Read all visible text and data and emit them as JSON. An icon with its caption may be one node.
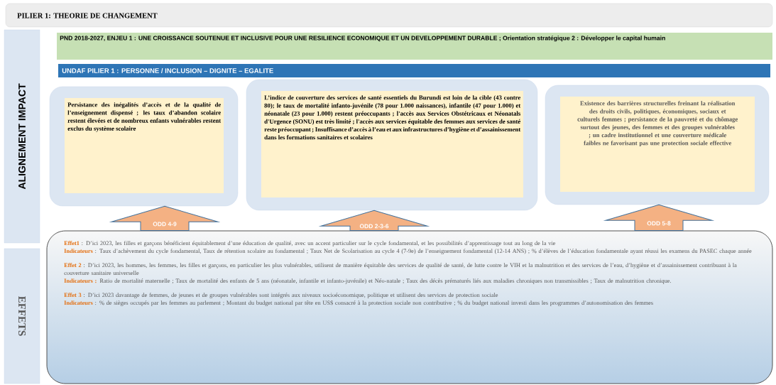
{
  "diagram": {
    "title": "PILIER 1: THEORIE DE CHANGEMENT",
    "nodes": [
      {
        "text": [
          "ALIGNEMENT IMPACT"
        ]
      },
      {
        "text": [
          "EFFETS"
        ]
      },
      {
        "text": [
          "PND 2018-2027, ENJEU 1 : UNE CROISSANCE SOUTENUE ET INCLUSIVE POUR UNE RESILIENCE ECONOMIQUE ET UN DEVELOPPEMENT DURABLE ; Orientation stratégique 2 : Développer le capital humain"
        ]
      },
      {
        "text": [
          "UNDAF PILIER 1 : PERSONNE / INCLUSION – DIGNITE – EGALITE"
        ]
      },
      {
        "text": [
          "Persistance des inégalités d’accès et de la qualité de l’enseignement dispensé ;  les taux d’abandon scolaire restent élevées et de nombreux enfants vulnérables restent exclus du système scolaire"
        ]
      },
      {
        "text": [
          "L’indice de couverture des services de santé essentiels du Burundi est loin de la cible (43 contre 80); le taux de mortalité infanto-juvénile (78 pour 1.000 naissances), infantile (47 pour 1.000) et néonatale (23 pour 1.000) restent préoccupants ; l'accès aux Services Obstétricaux et Néonatals d'Urgence (SONU) est très limité ; l'accès aux services équitable des femmes aux services de santé reste préoccupant ; Insuffisance d’accès à l’eau et aux infrastructures d’hygiène et d’assainissement dans les formations sanitaires et scolaires"
        ]
      },
      {
        "text": [
          "Existence des barrières structurelles  freinant la réalisation des droits civils, politiques, économiques, sociaux et culturels femmes ; persistance de la pauvreté et du chômage surtout des jeunes, des femmes et des groupes vulnérables ; un cadre institutionnel et une couverture médicale faibles ne favorisant pas une protection sociale effective"
        ]
      },
      {
        "text": [
          "**Effet1** : D’ici 2023, les filles et garçons bénéficient équitablement d’une éducation de qualité, avec un accent particulier sur le cycle fondamental, et les possibilités d’apprentissage tout au long de la vie",
          "**Indicateurs** : Taux d’achèvement du cycle fondamental, Taux de rétention scolaire au fondamental ;  Taux Net de Scolarisation au cycle 4 (7-9e) de l’enseignement fondamental (12-14 ANS) ;  % d’élèves de l’éducation fondamentale ayant réussi les examens du PASEC chaque année",
          "**Effet 2** : D’ici 2023, les hommes, les femmes, les filles et garçons, en particulier les plus vulnérables,  utilisent de manière équitable des services de qualité de santé, de lutte contre le VIH et la malnutrition et des services de l’eau,  d’hygiène et d’assainissement contribuant à la couverture sanitaire universelle",
          "**Indicateurs :** Ratio de mortalité maternelle ; Taux de mortalité des enfants de 5 ans (néonatale, infantile et infanto-juvénile) et Néo-natale ; Taux des décès prématurés liés aux maladies chroniques non transmissibles  ; Taux de malnutrition chronique.",
          "**Effet 3** : D’ici 2023 davantage de femmes, de jeunes et de groupes vulnérables sont intégrés aux niveaux socioéconomique,  politique et utilisent des services de protection sociale",
          "**Indicateurs** : % de sièges occupés par les femmes au parlement ; Montant du budget national par tête en US$ consacré à la protection sociale non contributive ; % du budget national investi dans les programmes d’autonomisation des femmes"
        ]
      }
    ],
    "edges": [
      {
        "from": 7,
        "to": 4,
        "arrow": "to",
        "label": "ODD 4-9"
      },
      {
        "from": 7,
        "to": 5,
        "arrow": "to",
        "label": "ODD 2-3-6"
      },
      {
        "from": 7,
        "to": 6,
        "arrow": "to",
        "label": "ODD 5-8"
      }
    ]
  }
}
